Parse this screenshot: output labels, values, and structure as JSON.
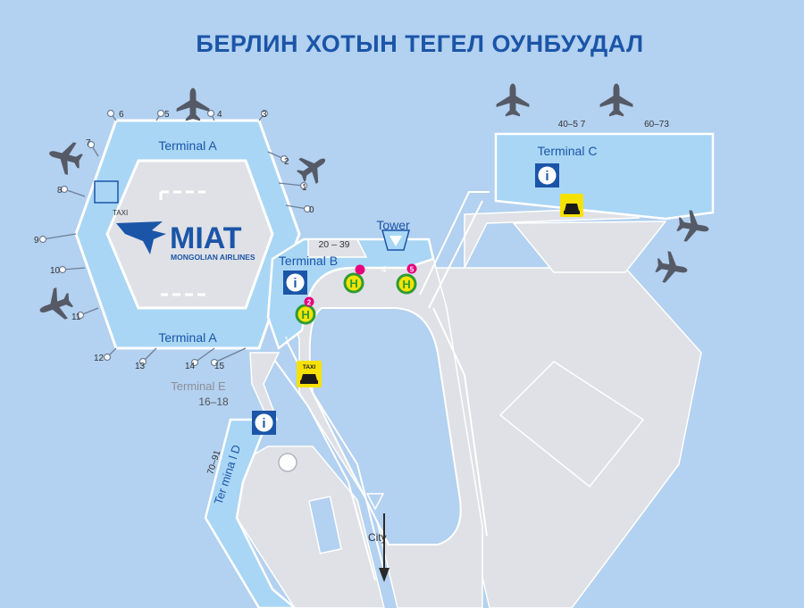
{
  "title": "БЕРЛИН ХОТЫН ТЕГЕЛ ОУНБУУДАЛ",
  "terminals": {
    "a_top": "Terminal A",
    "a_bottom": "Terminal A",
    "b": "Terminal B",
    "c": "Terminal C",
    "d": "Ter mina l D",
    "e": "Terminal E",
    "tower": "Tower",
    "city": "City"
  },
  "gate_ranges": {
    "b": "20 – 39",
    "c_left": "40–5 7",
    "c_right": "60–73",
    "e": "16–18",
    "d": "70–91"
  },
  "gates": [
    "0",
    "1",
    "2",
    "3",
    "4",
    "5",
    "6",
    "7",
    "8",
    "9",
    "10",
    "11",
    "12",
    "13",
    "14",
    "15"
  ],
  "road_numbers": {
    "r1": "1",
    "r4": "4"
  },
  "pins": {
    "p2": "2",
    "p5": "5"
  },
  "bus_stop": "H",
  "logo": {
    "name": "MIAT",
    "subtitle": "MONGOLIAN AIRLINES",
    "taxi": "TAXI"
  },
  "taxi_label": "TAXI",
  "info_label": "i",
  "icons": {
    "plane": "airplane-icon",
    "info": "info-icon",
    "taxi": "taxi-icon",
    "bus": "bus-stop-icon"
  },
  "colors": {
    "background": "#b3d1f0",
    "ground": "#dfe1e6",
    "terminal": "#a9d6f5",
    "accent": "#1b55a8",
    "bus_fill": "#f4e400",
    "bus_ring": "#2f9b36",
    "pin": "#e6007e",
    "taxi": "#f7e100",
    "plane": "#555a66"
  }
}
